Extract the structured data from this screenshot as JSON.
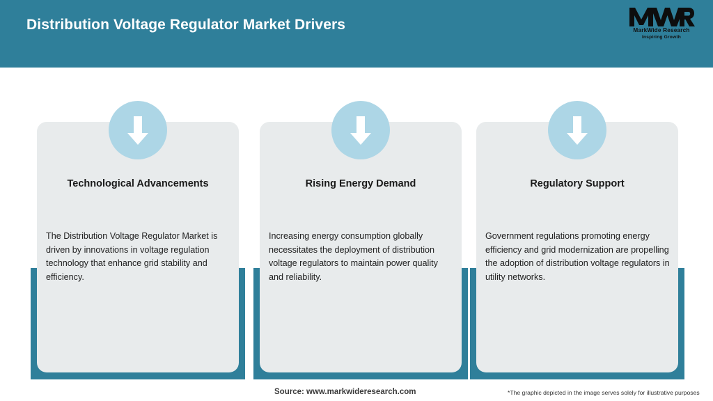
{
  "header": {
    "title": "Distribution Voltage Regulator Market Drivers",
    "background_color": "#2F7F9A",
    "title_color": "#FFFFFF"
  },
  "logo": {
    "mark_text": "MWR",
    "name": "MarkWide Research",
    "tagline": "Inspiring Growth"
  },
  "theme": {
    "accent_teal": "#2F7F9A",
    "card_background": "#E8EBEC",
    "icon_circle": "#ADD6E6",
    "icon_arrow": "#FFFFFF",
    "page_background": "#FFFFFF"
  },
  "cards": [
    {
      "icon": "arrow-down-icon",
      "title": "Technological Advancements",
      "body": "The Distribution Voltage Regulator Market is driven by innovations in voltage regulation technology that enhance grid stability and efficiency."
    },
    {
      "icon": "arrow-down-icon",
      "title": "Rising Energy Demand",
      "body": "Increasing energy consumption globally necessitates the deployment of distribution voltage regulators to maintain power quality and reliability."
    },
    {
      "icon": "arrow-down-icon",
      "title": "Regulatory Support",
      "body": "Government regulations promoting energy efficiency and grid modernization are propelling the adoption of distribution voltage regulators in utility networks."
    }
  ],
  "footer": {
    "source": "Source: www.markwideresearch.com",
    "disclaimer": "*The graphic depicted in the image serves solely for illustrative purposes"
  }
}
